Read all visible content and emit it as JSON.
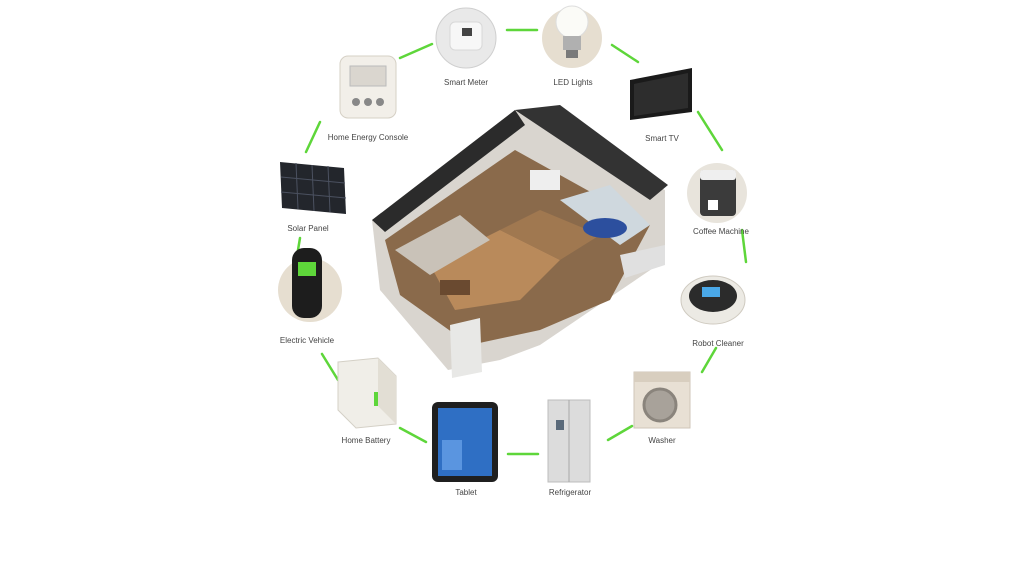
{
  "diagram": {
    "hub": "smart-home-house",
    "accent_color": "#5ed63a",
    "devices": [
      {
        "id": "smart-meter",
        "label": "Smart Meter",
        "icon": "smart-meter-icon"
      },
      {
        "id": "led-lights",
        "label": "LED Lights",
        "icon": "light-bulb-icon"
      },
      {
        "id": "smart-tv",
        "label": "Smart TV",
        "icon": "tv-icon"
      },
      {
        "id": "coffee-machine",
        "label": "Coffee Machine",
        "icon": "coffee-machine-icon"
      },
      {
        "id": "robot-cleaner",
        "label": "Robot Cleaner",
        "icon": "robot-vacuum-icon"
      },
      {
        "id": "washer",
        "label": "Washer",
        "icon": "washing-machine-icon"
      },
      {
        "id": "refrigerator",
        "label": "Refrigerator",
        "icon": "refrigerator-icon"
      },
      {
        "id": "tablet",
        "label": "Tablet",
        "icon": "tablet-icon"
      },
      {
        "id": "home-battery",
        "label": "Home Battery",
        "icon": "battery-icon"
      },
      {
        "id": "electric-vehicle",
        "label": "Electric Vehicle",
        "icon": "ev-charger-icon"
      },
      {
        "id": "solar-panel",
        "label": "Solar Panel",
        "icon": "solar-panel-icon"
      },
      {
        "id": "home-energy-console",
        "label": "Home Energy Console",
        "icon": "energy-console-icon"
      }
    ]
  }
}
